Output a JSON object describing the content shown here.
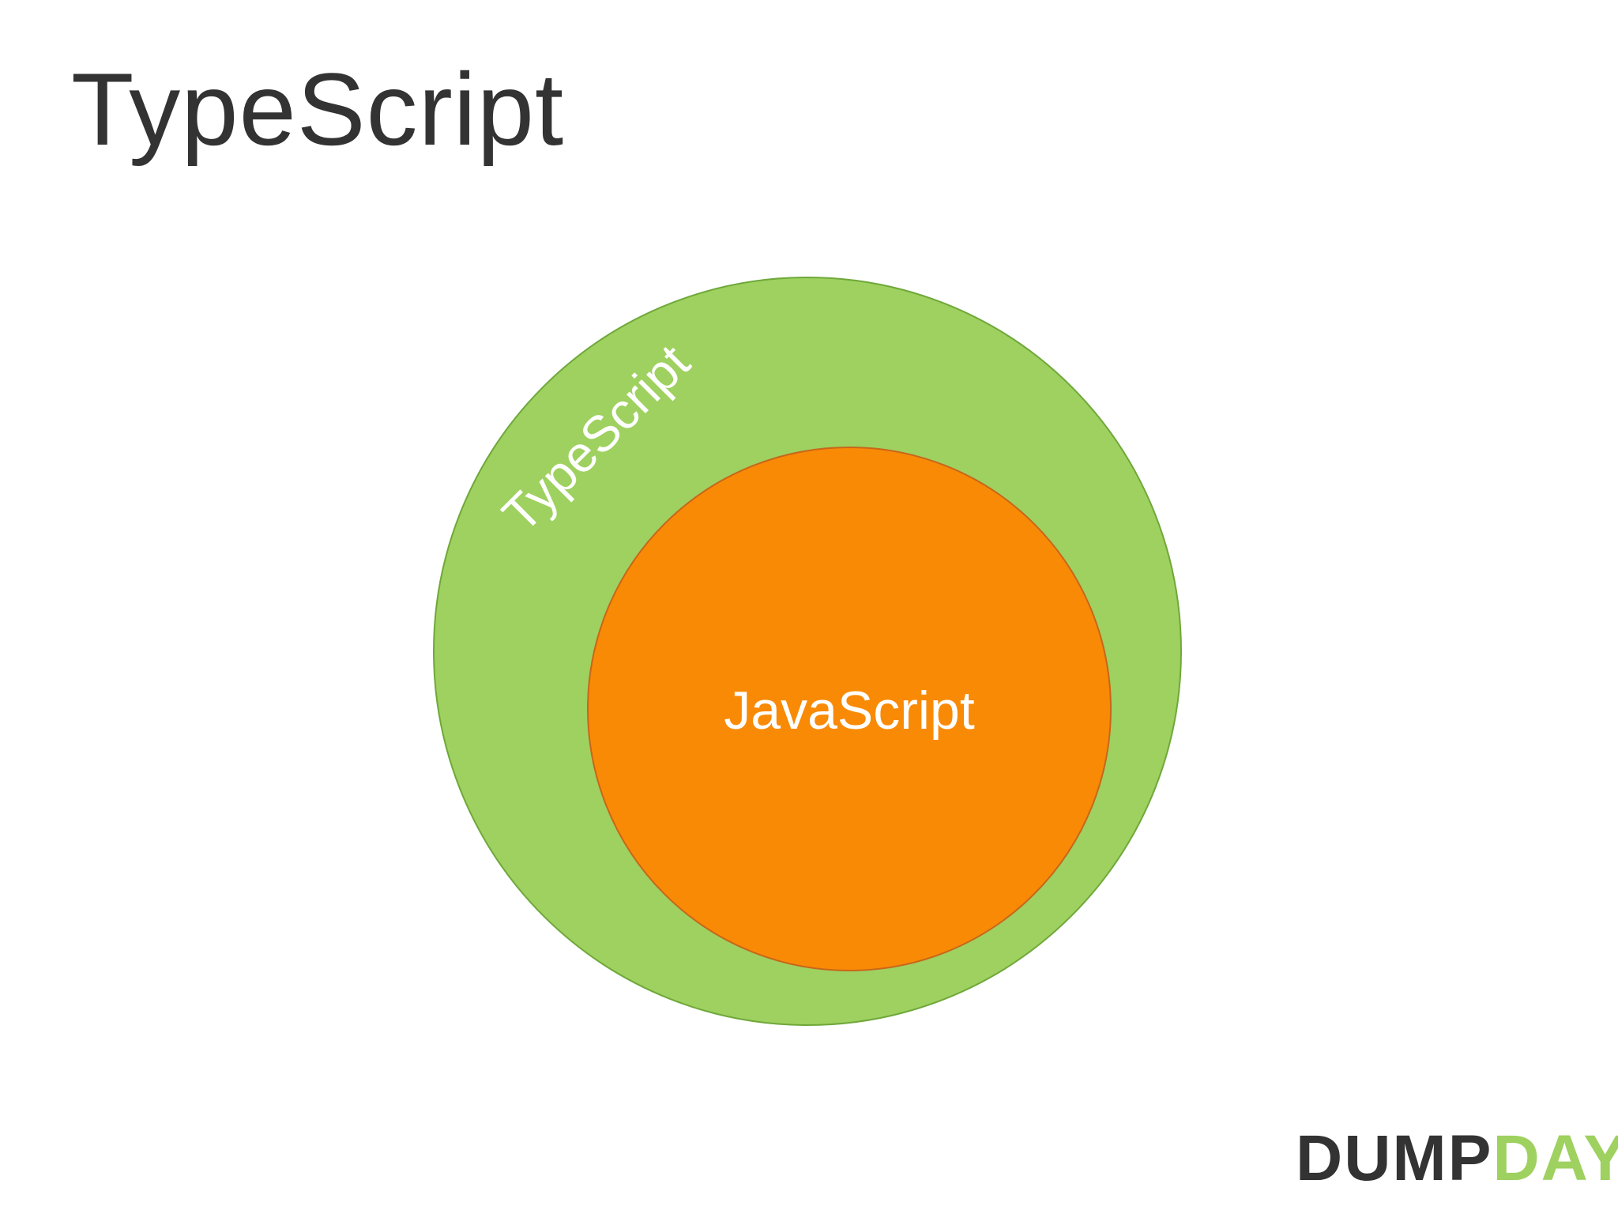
{
  "slide": {
    "title": "TypeScript"
  },
  "diagram": {
    "outer_circle": {
      "label": "TypeScript",
      "fill": "#9ED15F",
      "stroke": "#6FA83A"
    },
    "inner_circle": {
      "label": "JavaScript",
      "fill": "#F98A05",
      "stroke": "#C8661B"
    },
    "label_color": "#FFFFFF"
  },
  "logo": {
    "part1": "DUMP",
    "part2": "DAY",
    "part1_color": "#333333",
    "part2_color": "#9ED15F"
  }
}
